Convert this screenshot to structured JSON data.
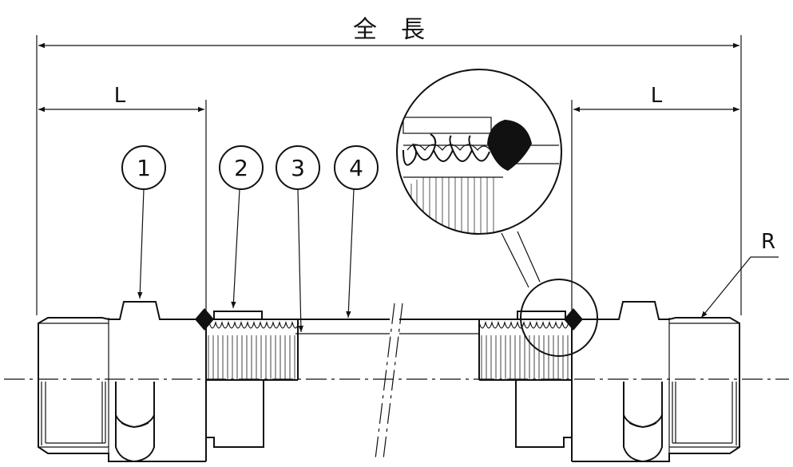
{
  "labels": {
    "overall_length": "全　長",
    "length_left": "L",
    "length_right": "L",
    "thread": "R"
  },
  "callouts": [
    {
      "id": "1",
      "label": "1"
    },
    {
      "id": "2",
      "label": "2"
    },
    {
      "id": "3",
      "label": "3"
    },
    {
      "id": "4",
      "label": "4"
    }
  ]
}
